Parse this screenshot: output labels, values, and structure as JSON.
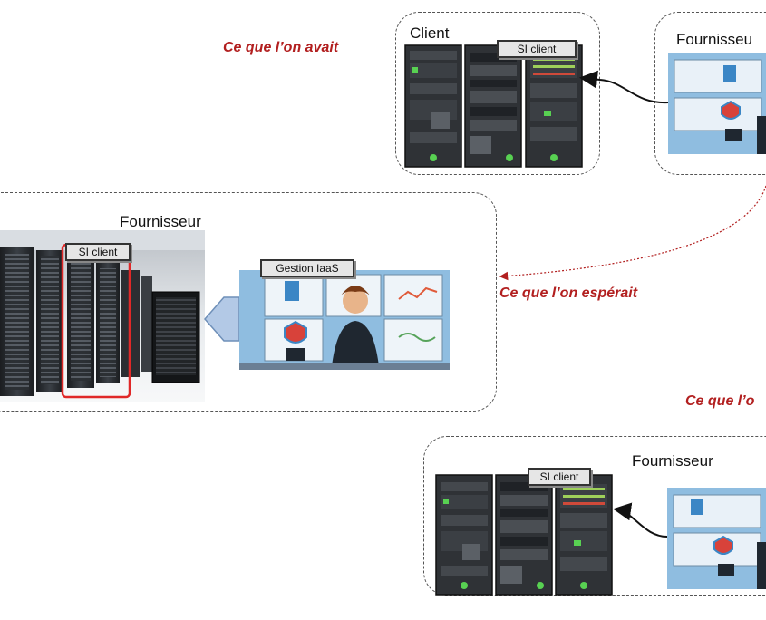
{
  "captions": {
    "avait": "Ce que l’on avait",
    "esperait": "Ce que l’on espérait",
    "third": "Ce que l’o"
  },
  "boxes": {
    "client_top": {
      "title": "Client",
      "tag": "SI client"
    },
    "fournisseur_top": {
      "title": "Fournisseu"
    },
    "fournisseur_middle": {
      "title": "Fournisseur",
      "tag_servers": "SI client",
      "tag_gestion": "Gestion IaaS"
    },
    "fournisseur_bottom": {
      "title": "Fournisseur",
      "tag": "SI client"
    }
  },
  "colors": {
    "caption_red": "#b21f1f",
    "dashed_border": "#555555",
    "monitor_bg": "#8fbde0",
    "selection_red": "#e02828"
  }
}
